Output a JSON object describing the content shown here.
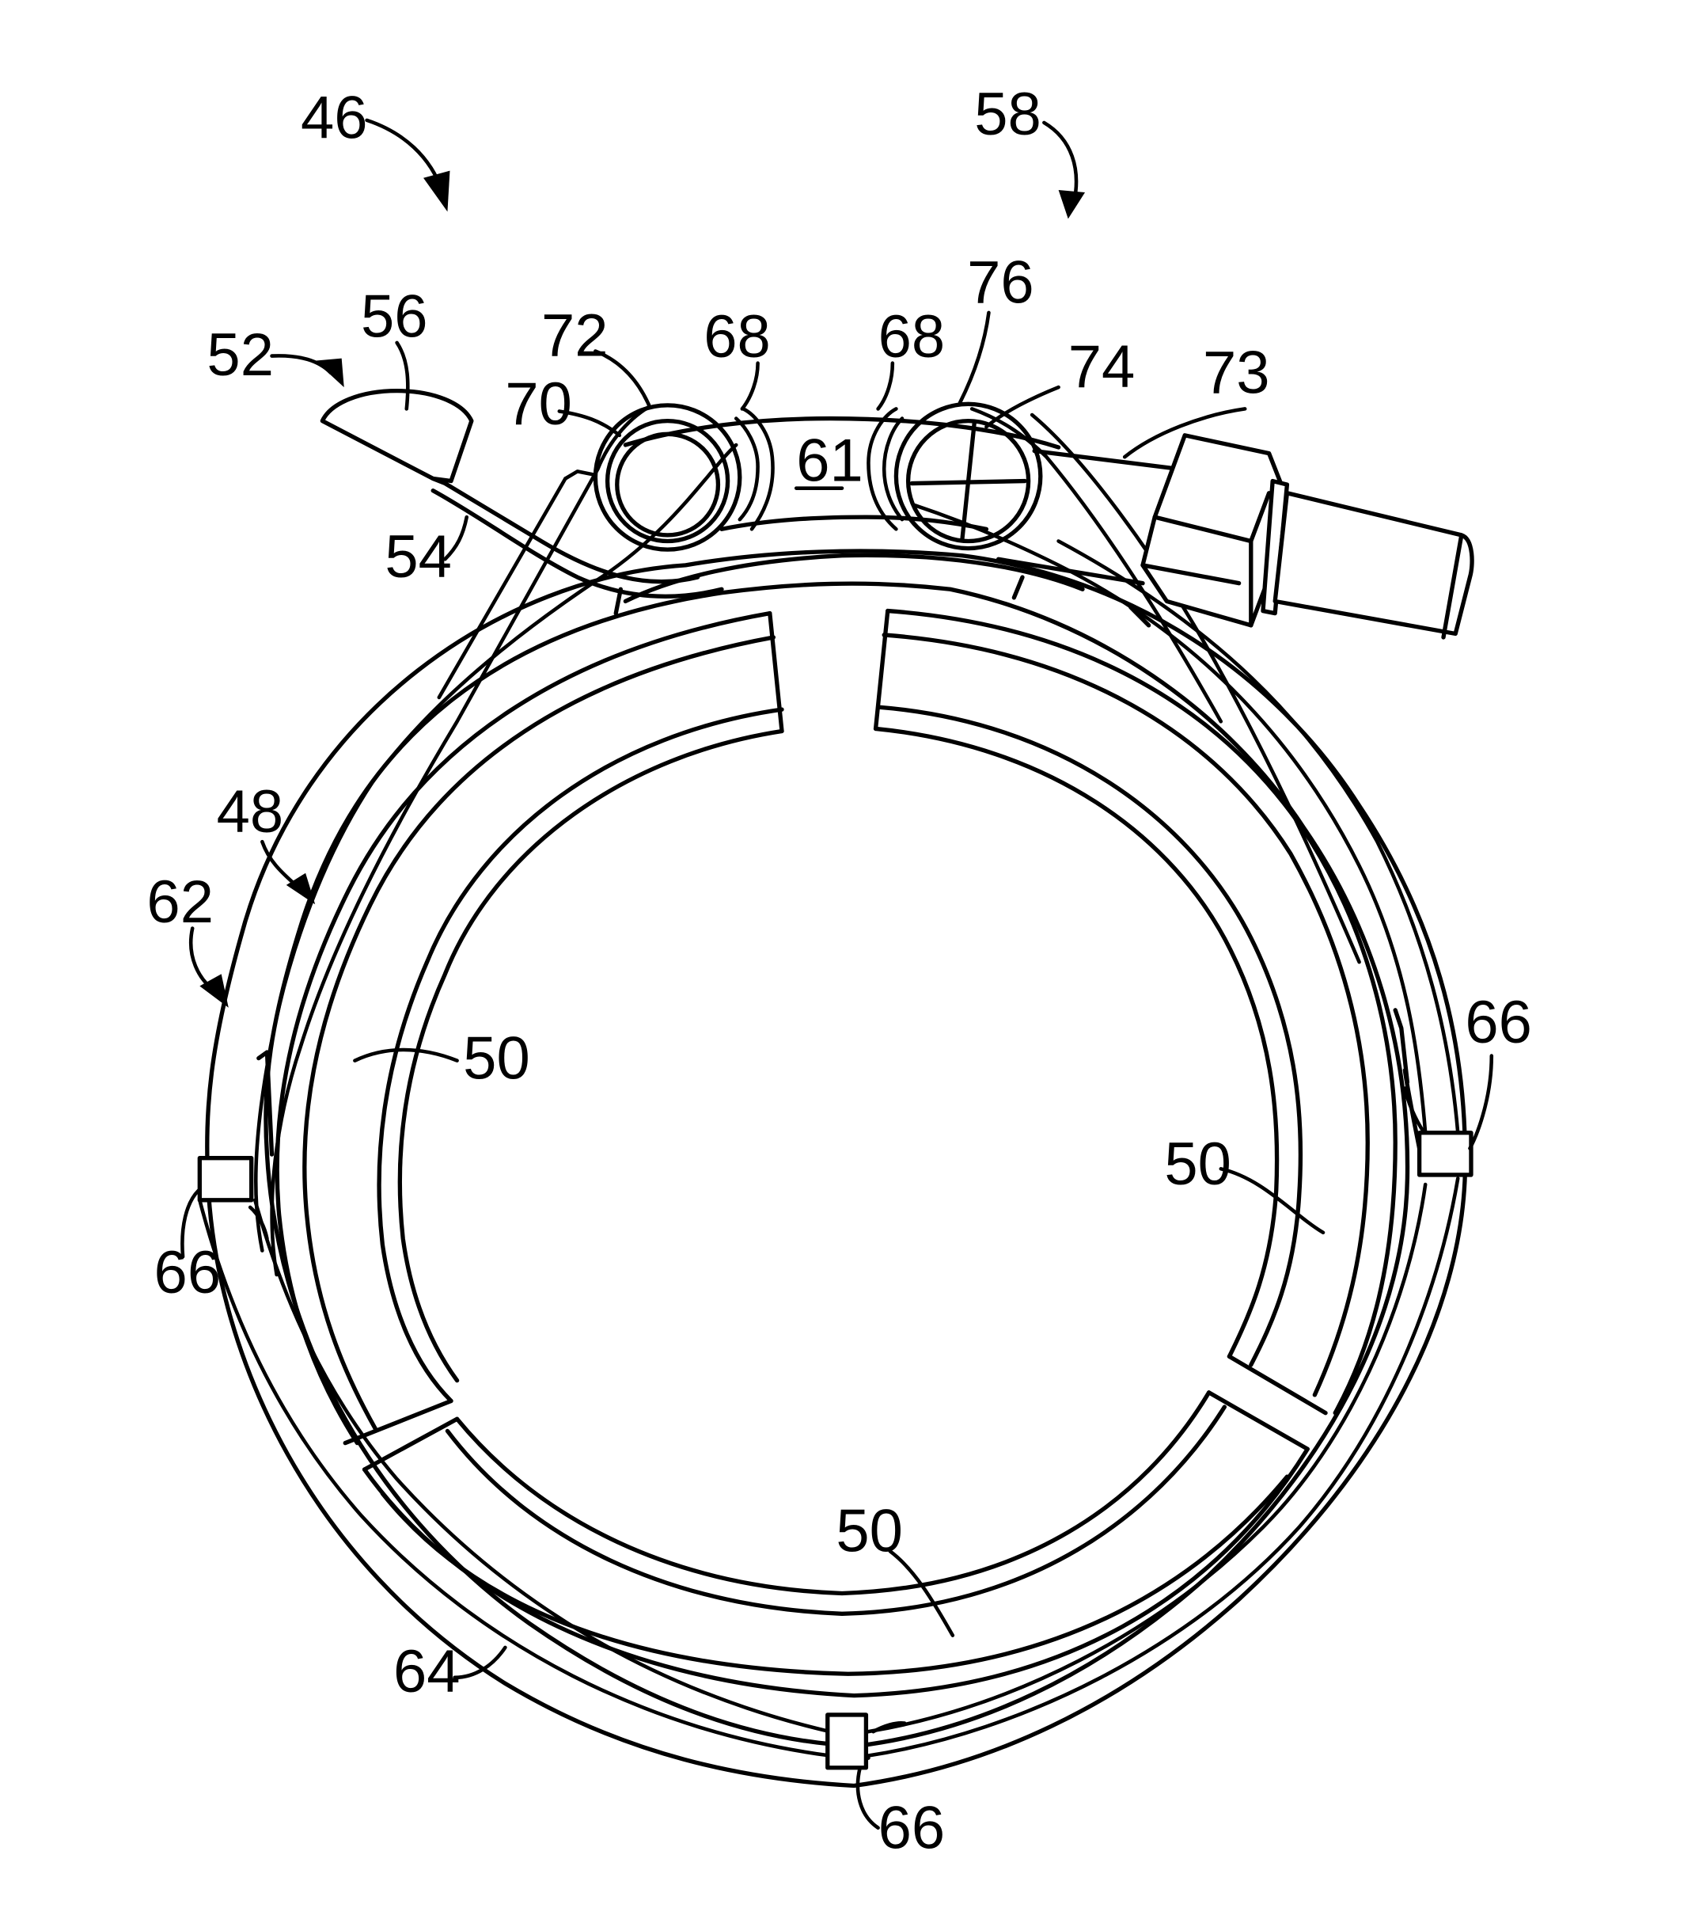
{
  "figure": {
    "reference_numerals": {
      "r46": "46",
      "r58": "58",
      "r52": "52",
      "r56": "56",
      "r54": "54",
      "r72": "72",
      "r70": "70",
      "r68_left": "68",
      "r68_right": "68",
      "r61": "61",
      "r76": "76",
      "r74": "74",
      "r73": "73",
      "r48": "48",
      "r62": "62",
      "r50_left": "50",
      "r50_right": "50",
      "r50_bottom": "50",
      "r66_right": "66",
      "r66_left": "66",
      "r66_bottom": "66",
      "r64": "64"
    },
    "underlined_numerals": [
      "r61"
    ],
    "line_color": "#000000",
    "background_color": "#ffffff"
  }
}
